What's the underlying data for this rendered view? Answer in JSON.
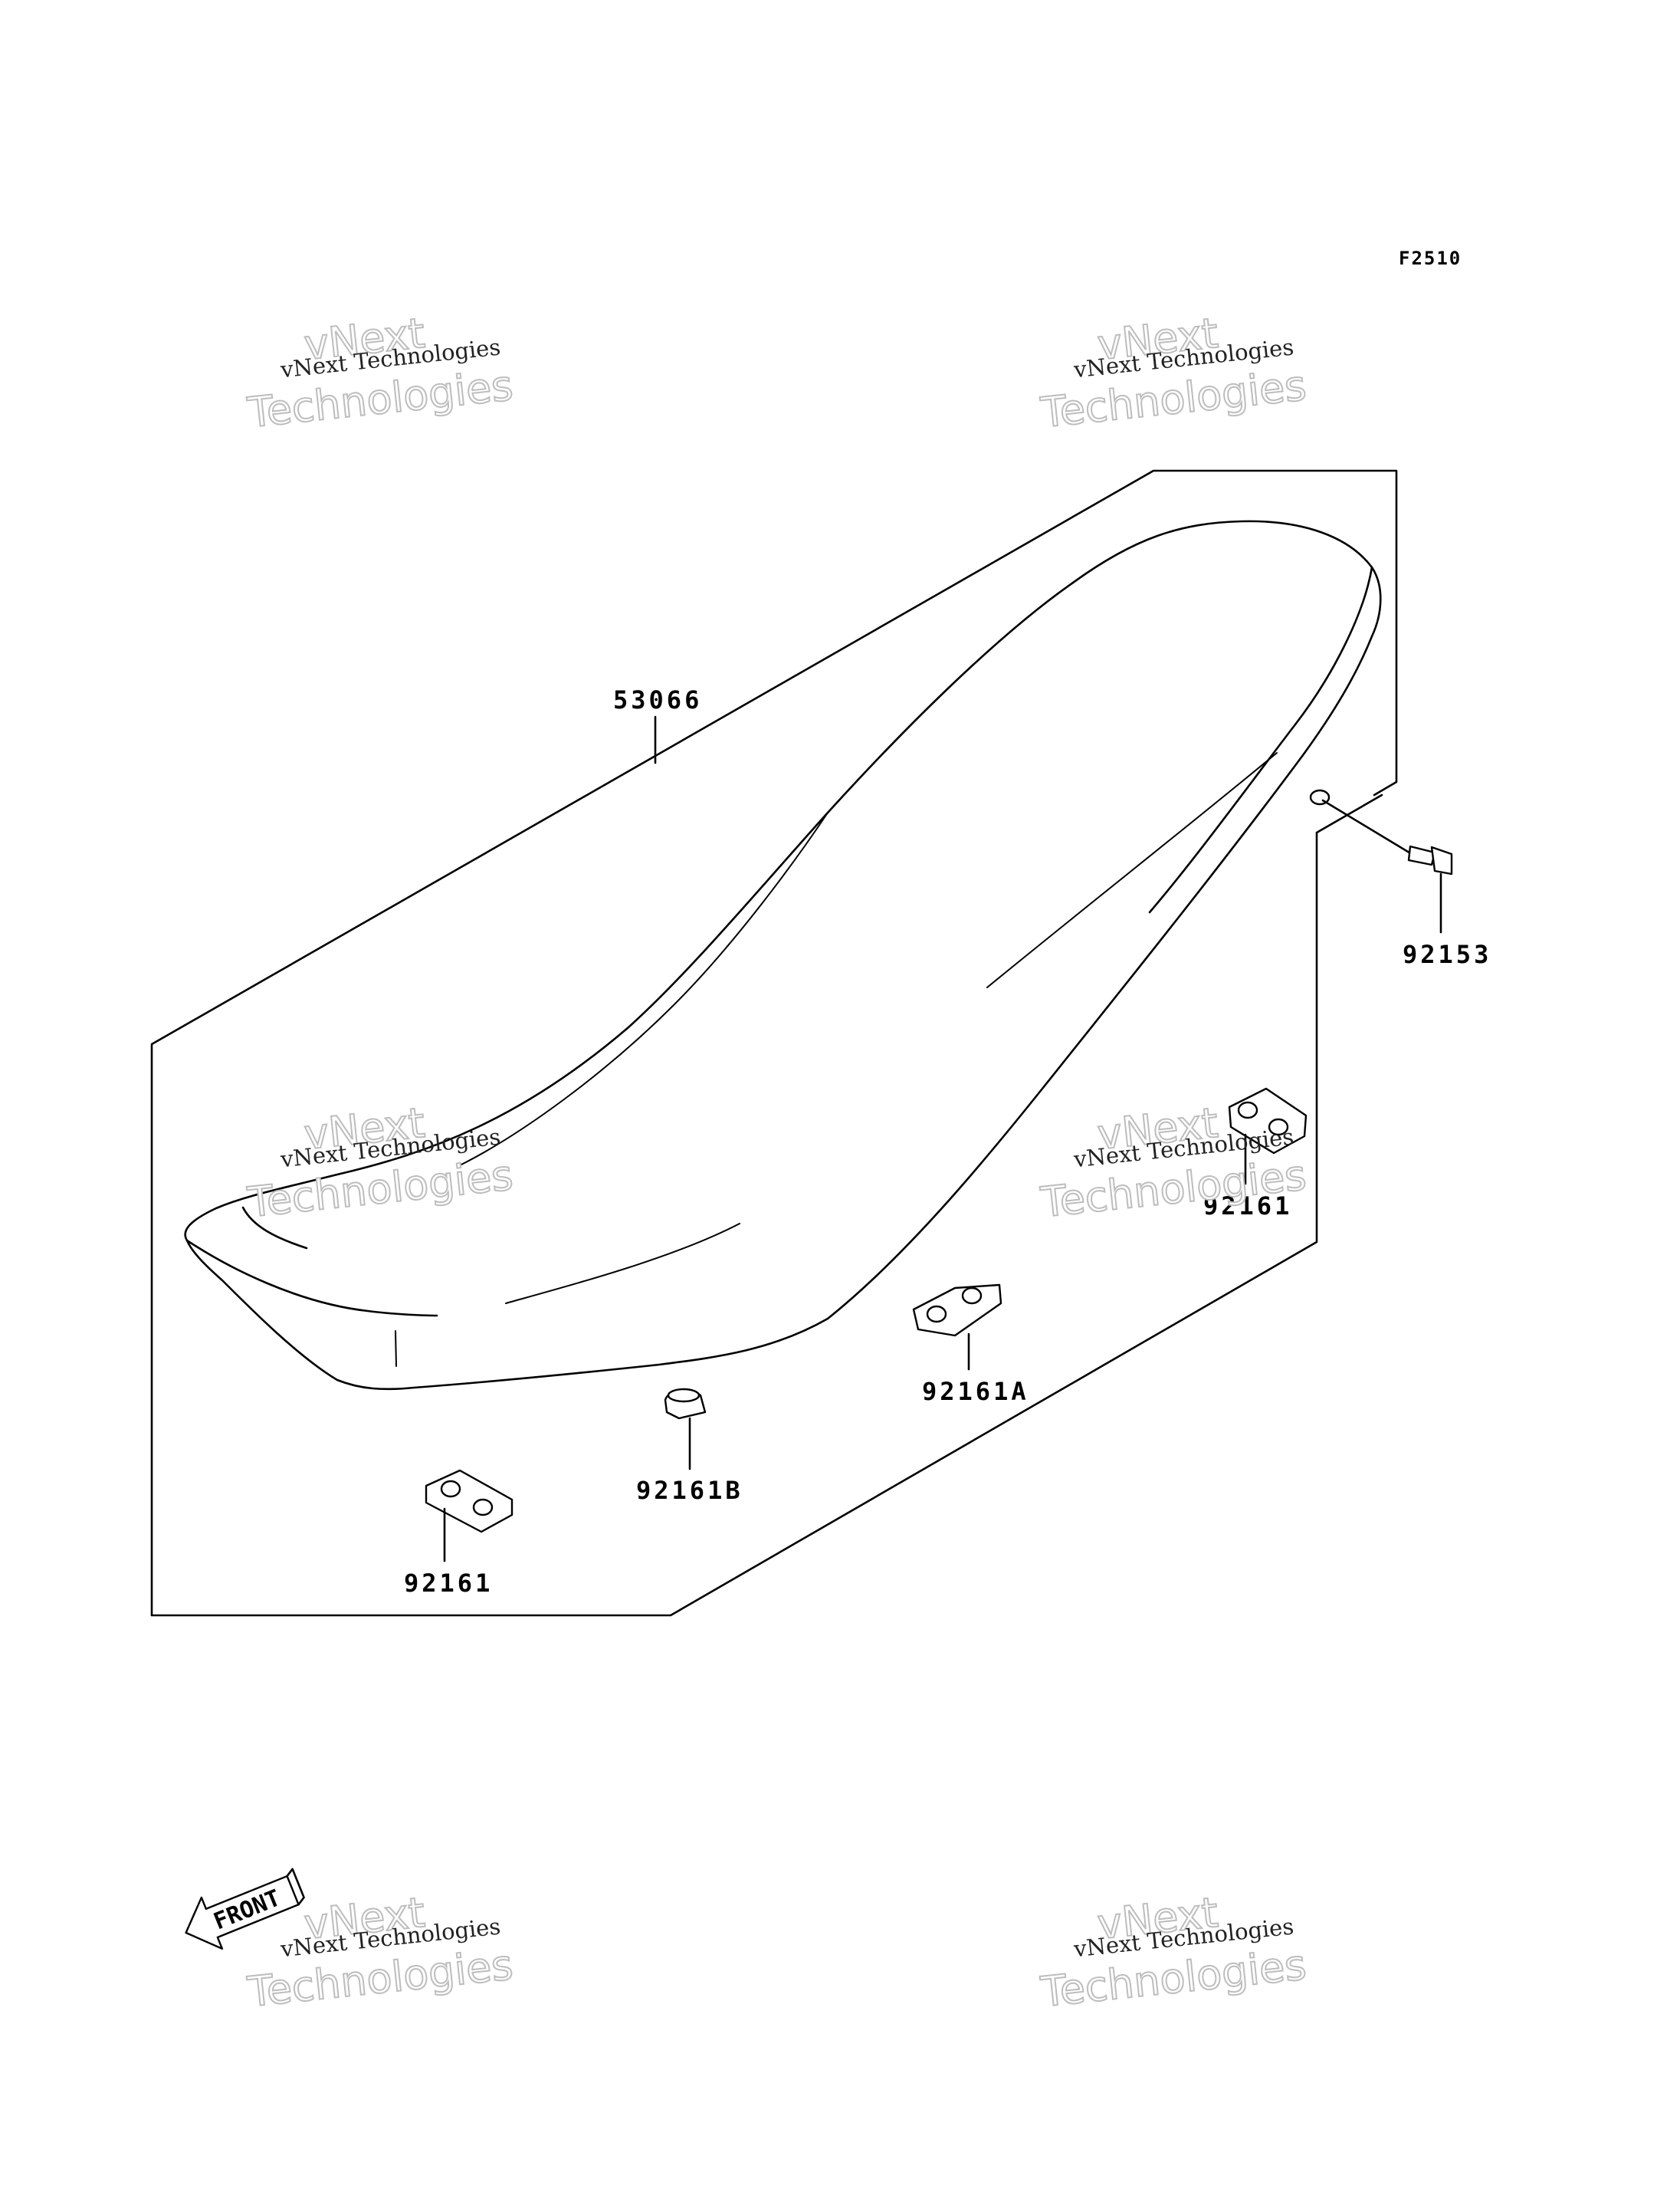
{
  "figure_code": "F2510",
  "parts": [
    {
      "id": "p-53066",
      "number": "53066"
    },
    {
      "id": "p-92153",
      "number": "92153"
    },
    {
      "id": "p-92161-right",
      "number": "92161"
    },
    {
      "id": "p-92161a",
      "number": "92161A"
    },
    {
      "id": "p-92161b",
      "number": "92161B"
    },
    {
      "id": "p-92161-left",
      "number": "92161"
    }
  ],
  "front_arrow": "FRONT",
  "watermark": {
    "line1": "vNext Technologies",
    "line2": "vNext",
    "line3": "Technologies"
  }
}
